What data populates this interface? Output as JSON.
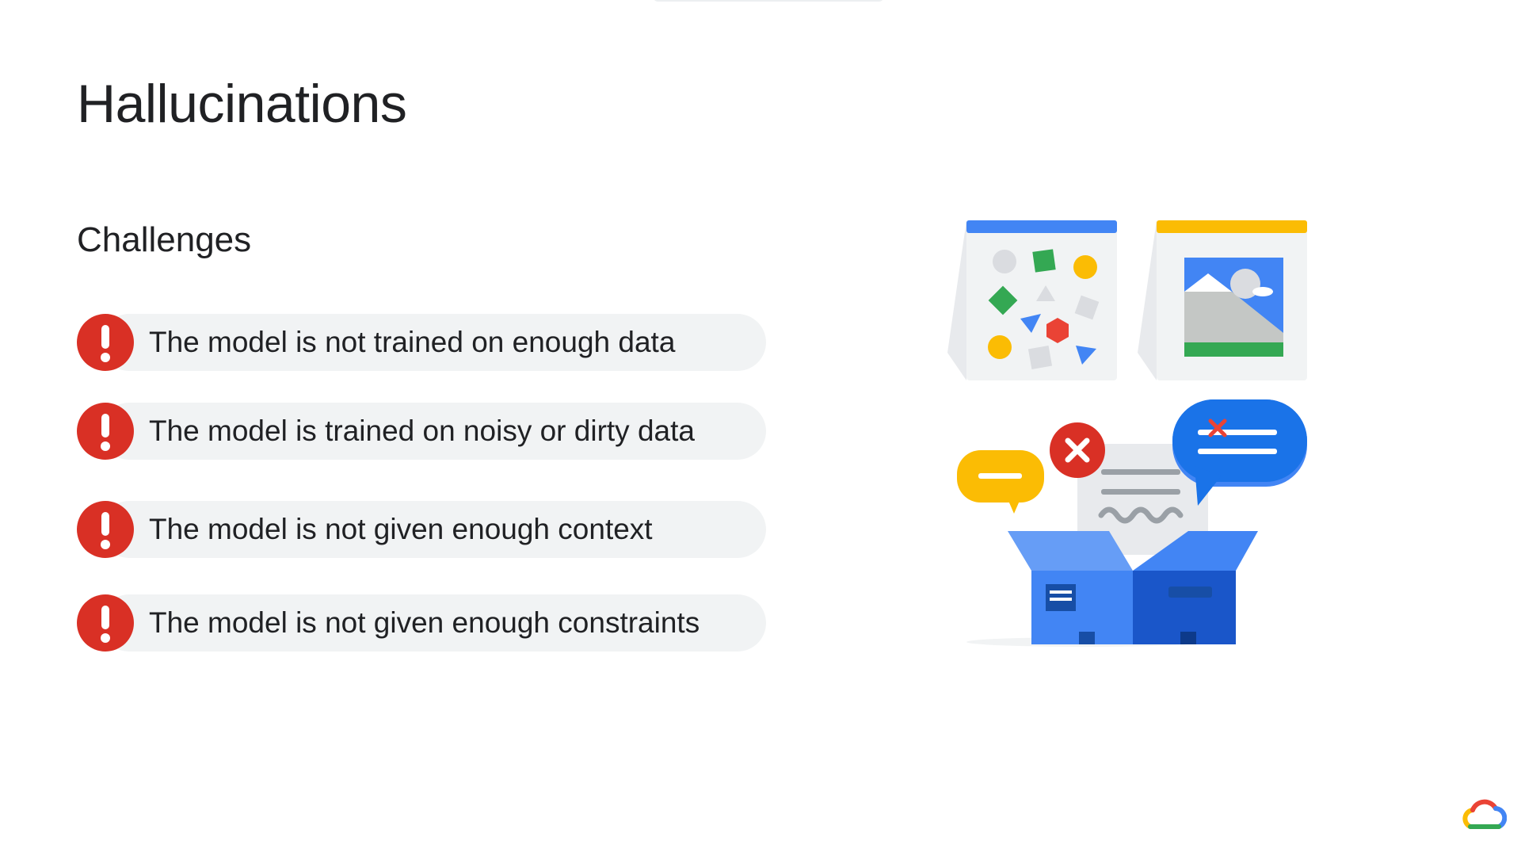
{
  "slide": {
    "title": "Hallucinations",
    "subtitle": "Challenges",
    "challenges": [
      {
        "text": "The model is not trained on enough data",
        "icon": "exclamation-icon"
      },
      {
        "text": "The model is trained on noisy or dirty data",
        "icon": "exclamation-icon"
      },
      {
        "text": "The model is not given enough context",
        "icon": "exclamation-icon"
      },
      {
        "text": "The model is not given enough constraints",
        "icon": "exclamation-icon"
      }
    ]
  },
  "colors": {
    "alert_red": "#d93025",
    "pill_gray": "#f1f3f4",
    "google_blue": "#4285f4",
    "google_yellow": "#fbbc04",
    "google_green": "#34a853",
    "google_red": "#ea4335"
  },
  "icons": {
    "illustration": "data-box-illustration",
    "logo": "google-cloud-logo"
  }
}
